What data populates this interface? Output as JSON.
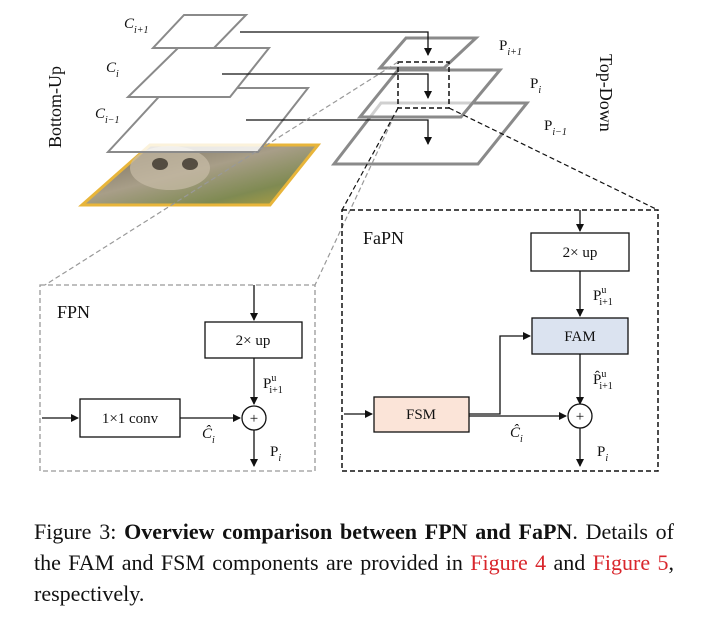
{
  "diagram": {
    "left_vertical_label": "Bottom-Up",
    "right_vertical_label": "Top-Down",
    "bottom_up_levels": [
      {
        "base": "C",
        "sub": "i+1"
      },
      {
        "base": "C",
        "sub": "i"
      },
      {
        "base": "C",
        "sub": "i−1"
      }
    ],
    "top_down_levels": [
      {
        "base": "P",
        "sub": "i+1"
      },
      {
        "base": "P",
        "sub": "i"
      },
      {
        "base": "P",
        "sub": "i−1"
      }
    ],
    "fpn": {
      "title": "FPN",
      "up_box": "2× up",
      "conv_box": "1×1 conv",
      "upsampled_feature": {
        "base": "P",
        "sup": "u",
        "sub": "i+1"
      },
      "lateral_feature": {
        "base": "Ĉ",
        "sub": "i"
      },
      "sum_symbol": "+",
      "output": {
        "base": "P",
        "sub": "i"
      }
    },
    "fapn": {
      "title": "FaPN",
      "up_box": "2× up",
      "upsampled_feature": {
        "base": "P",
        "sup": "u",
        "sub": "i+1"
      },
      "fam_box": "FAM",
      "aligned_feature": {
        "base": "P̂",
        "sup": "u",
        "sub": "i+1"
      },
      "fsm_box": "FSM",
      "lateral_feature": {
        "base": "Ĉ",
        "sub": "i"
      },
      "sum_symbol": "+",
      "output": {
        "base": "P",
        "sub": "i"
      }
    },
    "colors": {
      "fam_fill": "#dbe3f0",
      "fsm_fill": "#fbe4d8",
      "plane_stroke": "#8a8a8a",
      "dash_fpn": "#999999",
      "dash_fapn": "#111111"
    }
  },
  "caption": {
    "prefix": "Figure 3: ",
    "bold": "Overview comparison between FPN and FaPN",
    "after_bold": ". Details of the FAM and FSM components are provided in ",
    "ref1": "Figure 4",
    "middle": " and ",
    "ref2": "Figure 5",
    "suffix": ", respectively."
  }
}
